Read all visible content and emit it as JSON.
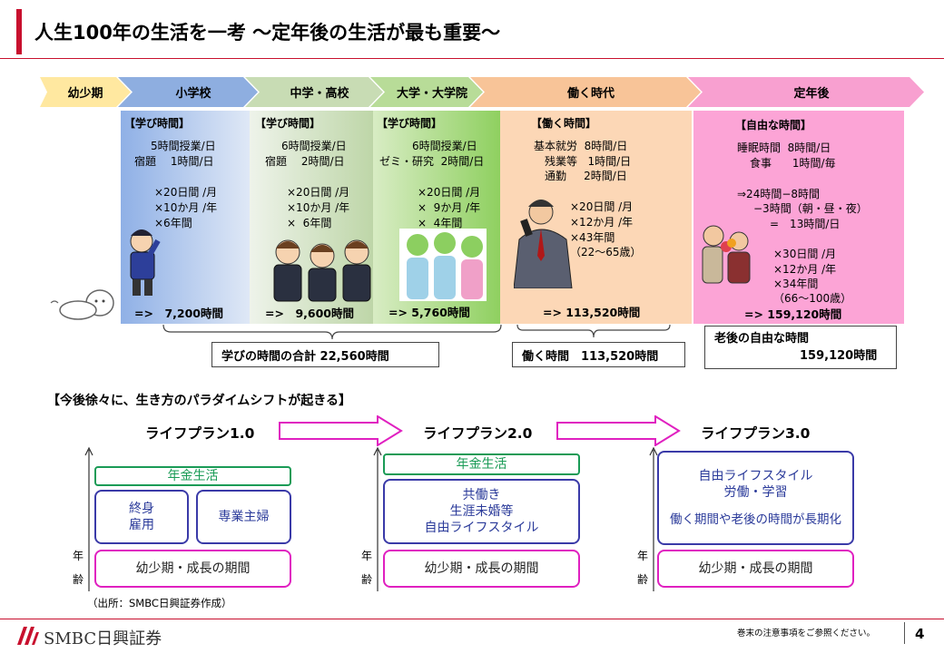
{
  "header": {
    "title": "人生100年の生活を一考 ～定年後の生活が最も重要～"
  },
  "stages": [
    {
      "label": "幼少期",
      "color": "#ffe8a0"
    },
    {
      "label": "小学校",
      "color": "#8eaee0"
    },
    {
      "label": "中学・高校",
      "color": "#c8dcb4"
    },
    {
      "label": "大学・大学院",
      "color": "#b8dc98"
    },
    {
      "label": "働く時代",
      "color": "#f8c498"
    },
    {
      "label": "定年後",
      "color": "#f8a0d0"
    }
  ],
  "elementary": {
    "heading": "【学び時間】",
    "lines": [
      "5時間授業/日",
      "宿題　 1時間/日",
      "×20日間 /月",
      "×10か月 /年",
      "×6年間"
    ],
    "total": "=>　7,200時間"
  },
  "middle_high": {
    "heading": "【学び時間】",
    "lines": [
      "6時間授業/日",
      "宿題　 2時間/日",
      "×20日間 /月",
      "×10か月 /年",
      "×  6年間"
    ],
    "total": "=>　9,600時間"
  },
  "university": {
    "heading": "【学び時間】",
    "lines": [
      "6時間授業/日",
      "ゼミ・研究  2時間/日",
      "×20日間 /月",
      "×  9か月 /年",
      "×  4年間"
    ],
    "total": "=> 5,760時間"
  },
  "work": {
    "heading": "【働く時間】",
    "lines": [
      "基本就労  8時間/日",
      "残業等   1時間/日",
      "通勤     2時間/日",
      "×20日間 /月",
      "×12か月 /年",
      "×43年間",
      "（22～65歳）"
    ],
    "total": "=> 113,520時間"
  },
  "retire": {
    "heading": "【自由な時間】",
    "lines": [
      "睡眠時間  8時間/日",
      "食事      1時間/毎",
      "⇒24時間−8時間",
      "−3時間（朝・昼・夜）",
      "=　13時間/日",
      "×30日間 /月",
      "×12か月 /年",
      "×34年間",
      "（66～100歳）"
    ],
    "total": "=> 159,120時間"
  },
  "summary": {
    "study_total": "学びの時間の合計  22,560時間",
    "work_total": "働く時間　113,520時間",
    "free_total_line1": "老後の自由な時間",
    "free_total_line2": "159,120時間"
  },
  "shift": {
    "title": "【今後徐々に、生き方のパラダイムシフトが起きる】",
    "plans": [
      "ライフプラン1.0",
      "ライフプラン2.0",
      "ライフプラン3.0"
    ],
    "axis": [
      "年",
      "齢"
    ],
    "plan1": {
      "pension": "年金生活",
      "lifetime": "終身\n雇用",
      "housewife": "専業主婦",
      "childhood": "幼少期・成長の期間"
    },
    "plan2": {
      "pension": "年金生活",
      "lifestyle": "共働き\n生涯未婚等\n自由ライフスタイル",
      "childhood": "幼少期・成長の期間"
    },
    "plan3": {
      "lifestyle_a": "自由ライフスタイル",
      "lifestyle_b": "労働・学習",
      "lifestyle_c": "働く期間や老後の時間が長期化",
      "childhood": "幼少期・成長の期間"
    }
  },
  "source": "（出所：SMBC日興証券作成）",
  "footer": {
    "logo": "SMBC日興証券",
    "notice": "巻末の注意事項をご参照ください。",
    "page": "4"
  }
}
